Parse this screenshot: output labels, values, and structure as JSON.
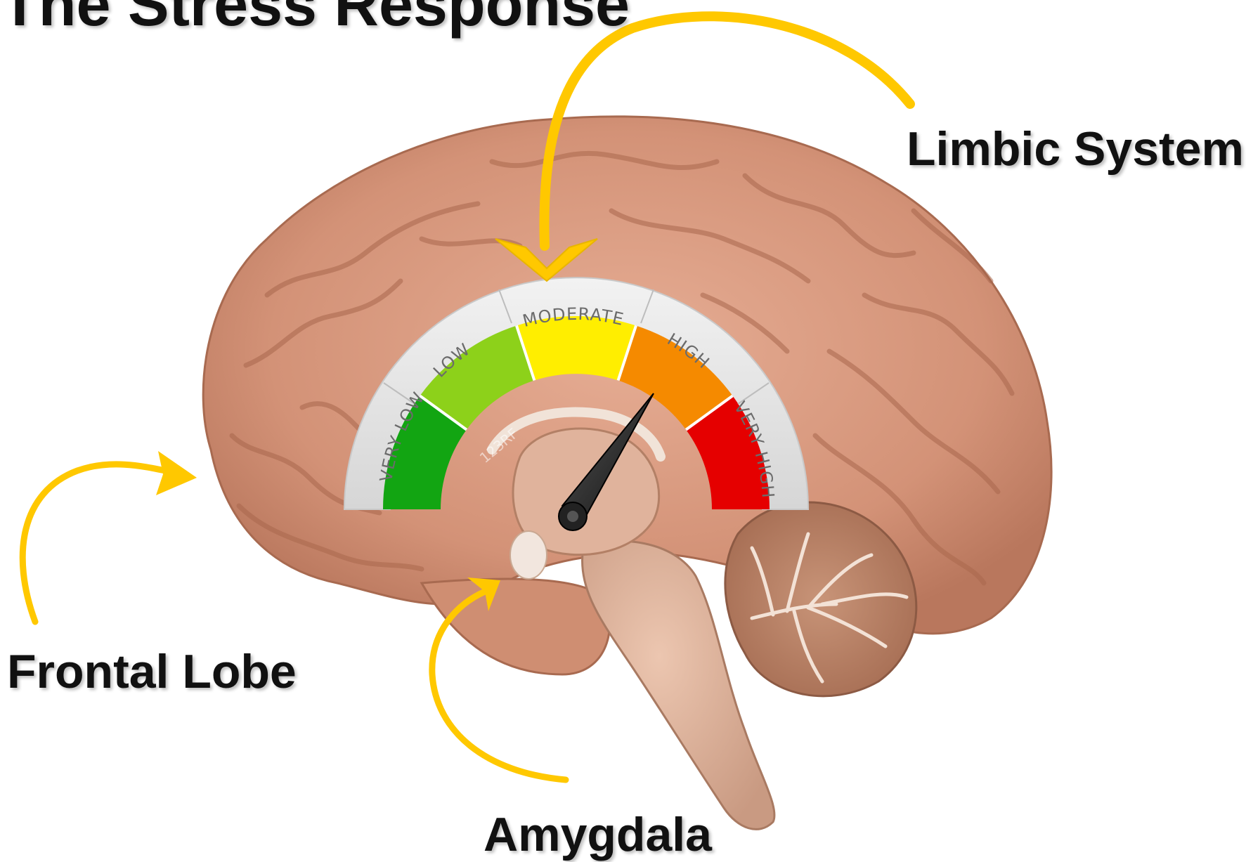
{
  "title": "The Stress Response",
  "labels": {
    "limbic_system": "Limbic System",
    "frontal_lobe": "Frontal Lobe",
    "amygdala": "Amygdala"
  },
  "gauge": {
    "levels": [
      "VERY LOW",
      "LOW",
      "MODERATE",
      "HIGH",
      "VERY HIGH"
    ],
    "needle_level": "HIGH",
    "watermark": "123RF"
  },
  "colors": {
    "arrow": "#FFC800",
    "very_low": "#12A512",
    "low": "#8DD11A",
    "moderate": "#FFEE00",
    "high": "#F58A00",
    "very_high": "#E50000",
    "brain": "#D9987E"
  },
  "icons": {
    "needle": "gauge-needle-icon",
    "arrows": "curved-arrow-icon"
  }
}
